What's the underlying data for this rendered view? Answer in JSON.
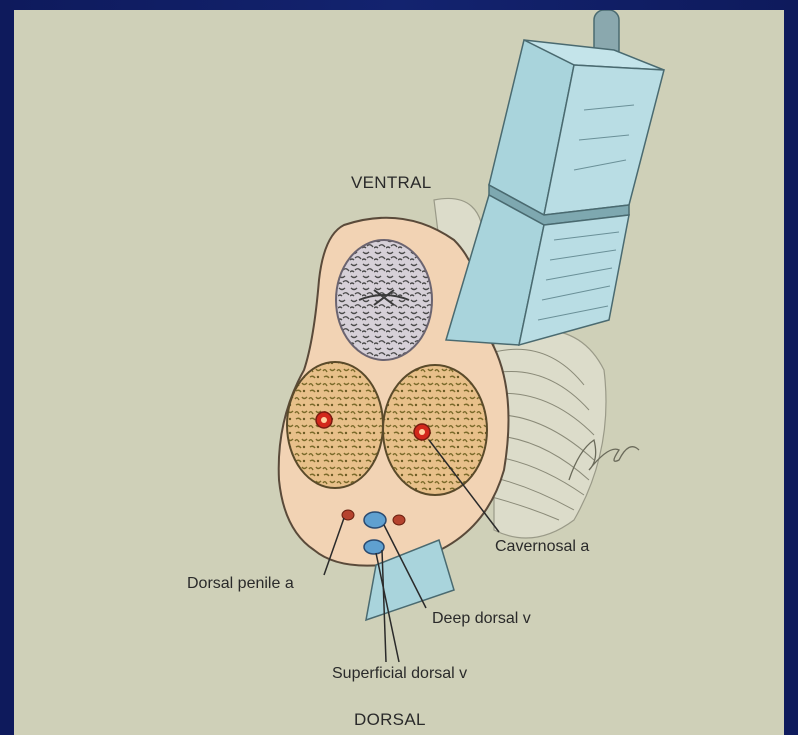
{
  "labels": {
    "ventral": "VENTRAL",
    "dorsal": "DORSAL",
    "cavernosal_a": "Cavernosal a",
    "dorsal_penile_a": "Dorsal penile a",
    "deep_dorsal_v": "Deep dorsal v",
    "superficial_dorsal_v": "Superficial dorsal v"
  },
  "colors": {
    "background_frame": "#13236f",
    "slide": "#cfd0b8",
    "probe": "#a9d4dc",
    "tissue": "#f2d3b4",
    "cavernosa": "#f0b27a",
    "spongiosum": "#c8c3cf",
    "artery": "#d2281c"
  }
}
